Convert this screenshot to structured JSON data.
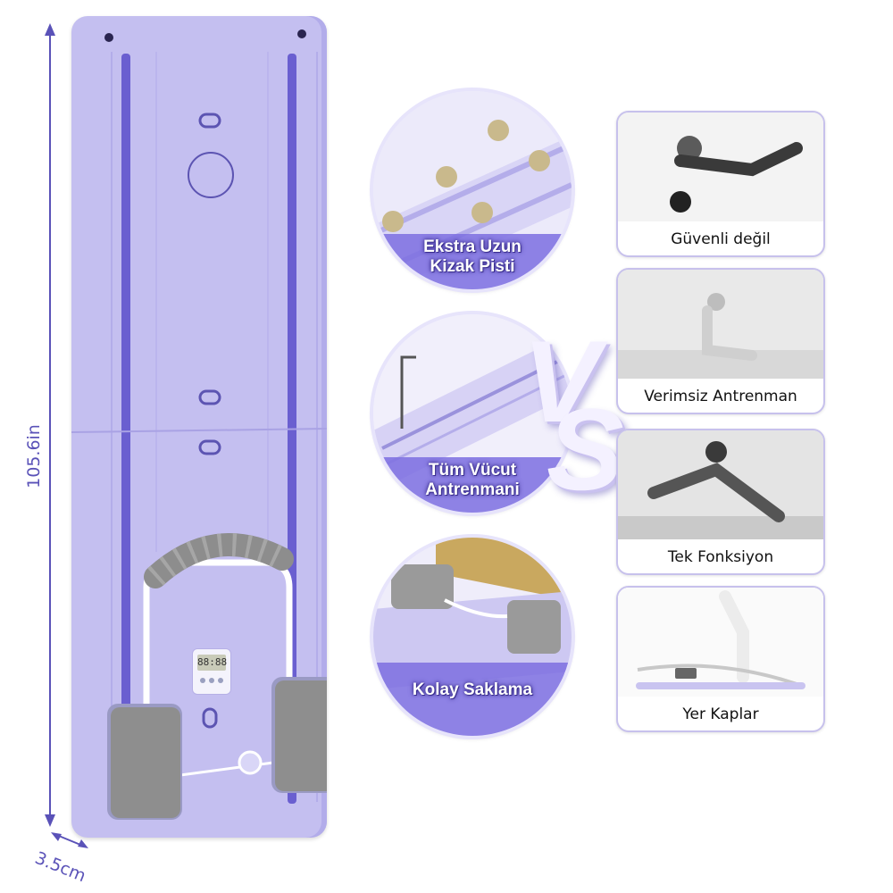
{
  "dimensions": {
    "height": "105.6in",
    "depth": "3.5cm"
  },
  "device": {
    "display": "88:88"
  },
  "features": [
    {
      "label_line1": "Ekstra Uzun",
      "label_line2": "Kizak Pisti"
    },
    {
      "label_line1": "Tüm Vücut",
      "label_line2": "Antrenmani"
    },
    {
      "label_line1": "Kolay Saklama",
      "label_line2": ""
    }
  ],
  "vs": {
    "v": "V",
    "s": "S"
  },
  "comparisons": [
    {
      "label": "Güvenli değil"
    },
    {
      "label": "Verimsiz Antrenman"
    },
    {
      "label": "Tek Fonksiyon"
    },
    {
      "label": "Yer Kaplar"
    }
  ],
  "colors": {
    "board": "#c4bff0",
    "track": "#6a5fd0",
    "accent_text": "#5a52b8",
    "label_bg": "#7d6fe0",
    "pad": "#8e8e8e"
  }
}
